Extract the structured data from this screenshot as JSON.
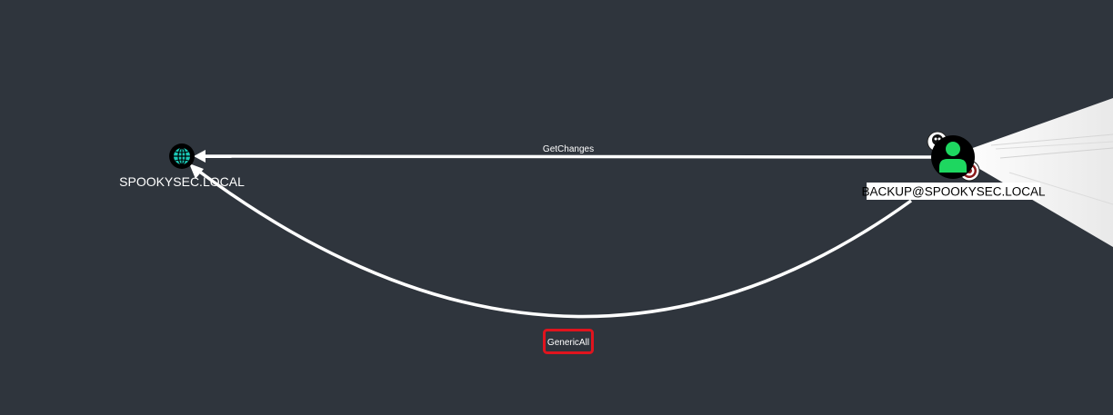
{
  "graph": {
    "nodes": {
      "domain": {
        "label": "SPOOKYSEC.LOCAL",
        "icon": "globe-icon",
        "color": "#1bc7b5"
      },
      "user": {
        "label": "BACKUP@SPOOKYSEC.LOCAL",
        "icon": "user-icon",
        "color": "#1ed760",
        "badges": [
          "owned-skull-icon",
          "high-value-target-icon"
        ]
      }
    },
    "edges": {
      "get_changes": {
        "label": "GetChanges"
      },
      "generic_all": {
        "label": "GenericAll",
        "highlight_color": "#e0141e"
      }
    }
  }
}
